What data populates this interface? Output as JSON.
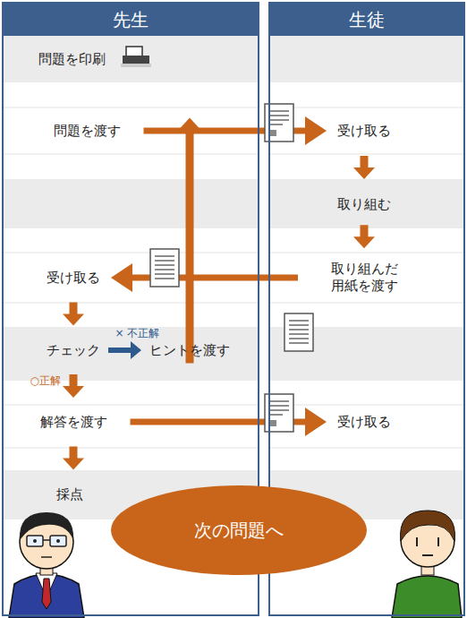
{
  "diagram": {
    "nodes": [
      {
        "text": [
          "先生"
        ]
      },
      {
        "text": [
          "生徒"
        ]
      },
      {
        "text": [
          "問題を印刷"
        ],
        "in": 0
      },
      {
        "text": [
          "問題を渡す"
        ],
        "in": 0
      },
      {
        "text": [
          "受け取る"
        ],
        "in": 1
      },
      {
        "text": [
          "取り組む"
        ],
        "in": 1
      },
      {
        "text": [
          "取り組んだ 用紙を渡す"
        ],
        "in": 1
      },
      {
        "text": [
          "受け取る"
        ],
        "in": 0
      },
      {
        "text": [
          "チェック"
        ],
        "in": 0
      },
      {
        "text": [
          "ヒントを渡す"
        ],
        "in": 0
      },
      {
        "text": [
          "解答を渡す"
        ],
        "in": 0
      },
      {
        "text": [
          "受け取る"
        ],
        "in": 1
      },
      {
        "text": [
          "採点"
        ],
        "in": 0
      },
      {
        "text": [
          "次の問題へ"
        ]
      }
    ],
    "edges": [
      {
        "from": 3,
        "to": 4,
        "arrow": "to"
      },
      {
        "from": 4,
        "to": 5,
        "arrow": "to"
      },
      {
        "from": 5,
        "to": 6,
        "arrow": "to"
      },
      {
        "from": 6,
        "to": 7,
        "arrow": "to"
      },
      {
        "from": 7,
        "to": 8,
        "arrow": "to"
      },
      {
        "from": 8,
        "to": 9,
        "label": "× 不正解",
        "arrow": "to"
      },
      {
        "from": 9,
        "to": 4,
        "arrow": "to"
      },
      {
        "from": 8,
        "to": 10,
        "label": "○正解",
        "arrow": "to"
      },
      {
        "from": 10,
        "to": 11,
        "arrow": "to"
      },
      {
        "from": 10,
        "to": 12,
        "arrow": "to"
      }
    ]
  }
}
